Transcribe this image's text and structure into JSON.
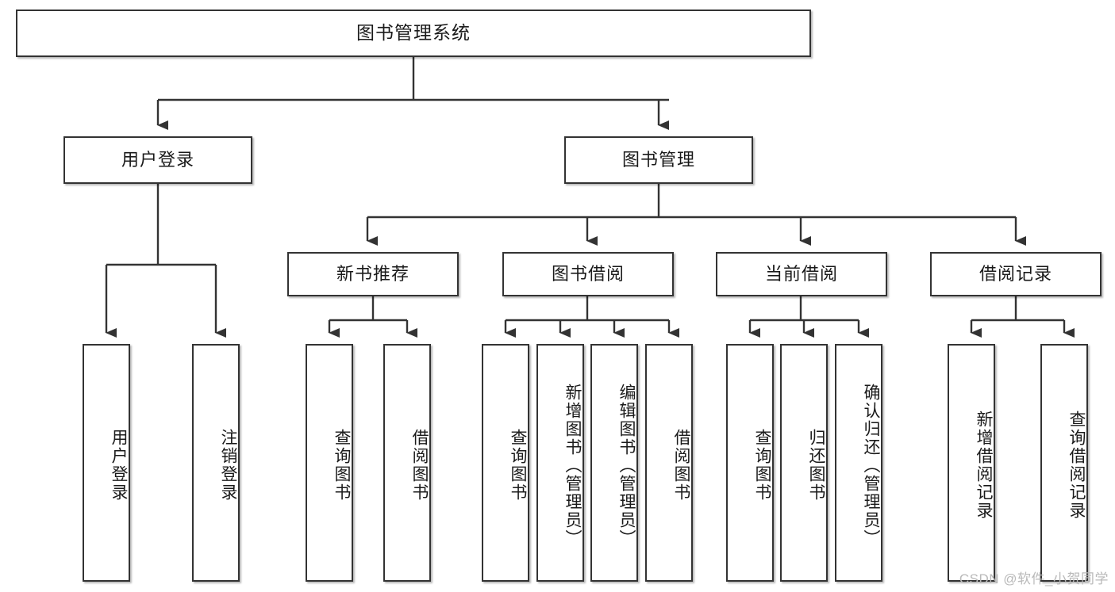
{
  "diagram": {
    "title": "图书管理系统",
    "watermark": "CSDN @软件_小贺同学",
    "colors": {
      "background": "#ffffff",
      "node_border": "#333333",
      "node_fill": "#ffffff",
      "edge": "#333333",
      "text": "#1a1a1a",
      "watermark": "#b9b9b9"
    },
    "levels": {
      "root": [
        "图书管理系统"
      ],
      "level2": [
        "用户登录",
        "图书管理"
      ],
      "level3": [
        "新书推荐",
        "图书借阅",
        "当前借阅",
        "借阅记录"
      ],
      "leaves": [
        "用户登录",
        "注销登录",
        "查询图书",
        "借阅图书",
        "查询图书",
        "新增图书（管理员）",
        "编辑图书（管理员）",
        "借阅图书",
        "查询图书",
        "归还图书",
        "确认归还（管理员）",
        "新增借阅记录",
        "查询借阅记录"
      ]
    },
    "nodes": {
      "root": {
        "label": "图书管理系统"
      },
      "user_login": {
        "label": "用户登录"
      },
      "book_manage": {
        "label": "图书管理"
      },
      "new_book_rec": {
        "label": "新书推荐"
      },
      "book_borrow": {
        "label": "图书借阅"
      },
      "current_borrow": {
        "label": "当前借阅"
      },
      "borrow_record": {
        "label": "借阅记录"
      },
      "leaf_user_login": {
        "label": "用户登录"
      },
      "leaf_user_logout": {
        "label": "注销登录"
      },
      "leaf_rec_query": {
        "label": "查询图书"
      },
      "leaf_rec_borrow": {
        "label": "借阅图书"
      },
      "leaf_borrow_query": {
        "label": "查询图书"
      },
      "leaf_borrow_add": {
        "label": "新增图书（管理员）"
      },
      "leaf_borrow_edit": {
        "label": "编辑图书（管理员）"
      },
      "leaf_borrow_do": {
        "label": "借阅图书"
      },
      "leaf_cur_query": {
        "label": "查询图书"
      },
      "leaf_cur_return": {
        "label": "归还图书"
      },
      "leaf_cur_confirm": {
        "label": "确认归还（管理员）"
      },
      "leaf_rec_add": {
        "label": "新增借阅记录"
      },
      "leaf_rec_search": {
        "label": "查询借阅记录"
      }
    }
  }
}
